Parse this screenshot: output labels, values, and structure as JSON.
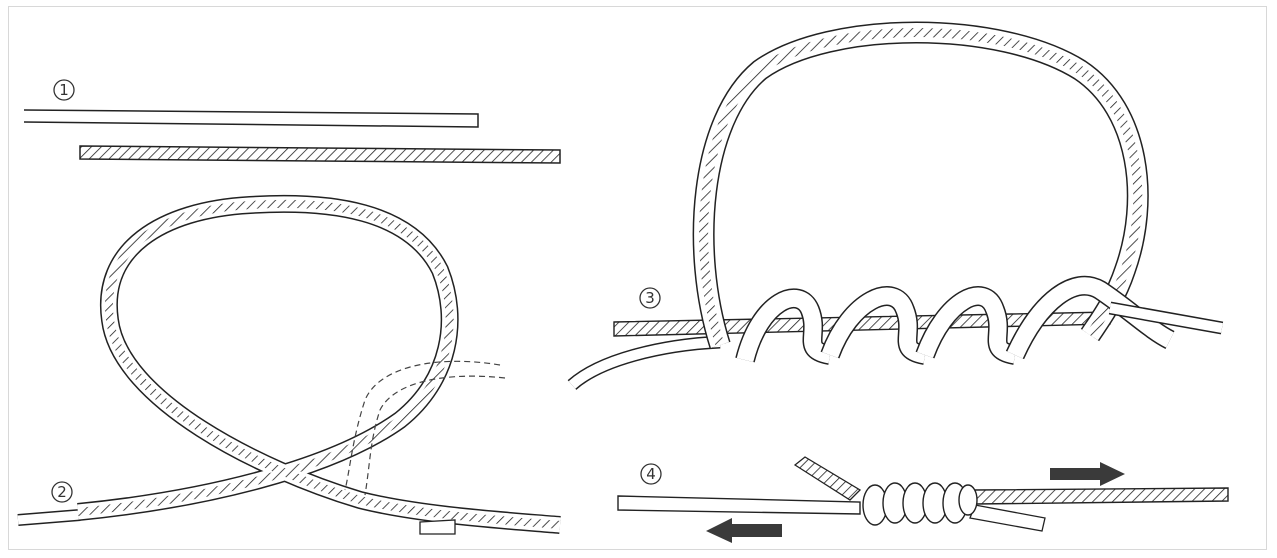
{
  "steps": [
    {
      "label": "1"
    },
    {
      "label": "2"
    },
    {
      "label": "3"
    },
    {
      "label": "4"
    }
  ],
  "colors": {
    "line": "#222222",
    "cord_fill": "#ffffff",
    "hatch": "#222222",
    "arrow": "#3a3a3a"
  }
}
